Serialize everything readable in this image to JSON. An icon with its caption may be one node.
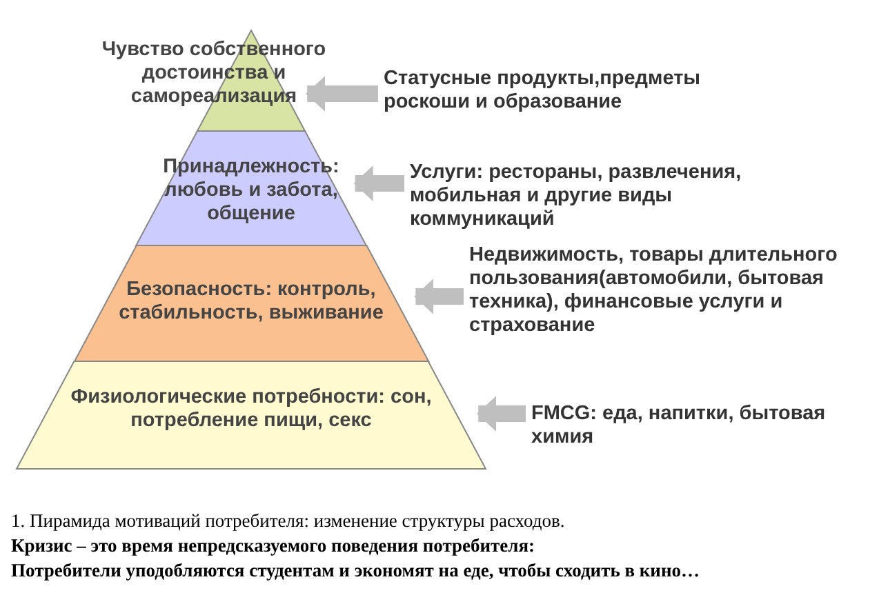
{
  "diagram": {
    "nodes": [
      {
        "text": [
          "Чувство собственного достоинства и самореализация"
        ]
      },
      {
        "text": [
          "Принадлежность: любовь и забота, общение"
        ]
      },
      {
        "text": [
          "Безопасность: контроль, стабильность, выживание"
        ]
      },
      {
        "text": [
          "Физиологические потребности: сон, потребление пищи, секс"
        ]
      },
      {
        "text": [
          "Статусные продукты,предметы роскоши и образование"
        ]
      },
      {
        "text": [
          "Услуги: рестораны, развлечения, мобильная и другие виды коммуникаций"
        ]
      },
      {
        "text": [
          "Недвижимость, товары длительного пользования(автомобили, бытовая техника), финансовые услуги и страхование"
        ]
      },
      {
        "text": [
          "FMCG: еда, напитки, бытовая химия"
        ]
      }
    ],
    "edges": [
      {
        "from": 4,
        "to": 0,
        "arrow": "to"
      },
      {
        "from": 5,
        "to": 1,
        "arrow": "to"
      },
      {
        "from": 6,
        "to": 2,
        "arrow": "to"
      },
      {
        "from": 7,
        "to": 3,
        "arrow": "to"
      }
    ],
    "labels": [
      "1. Пирамида мотиваций потребителя:  изменение структуры расходов.",
      "Кризис – это время непредсказуемого поведения потребителя:",
      "Потребители уподобляются студентам и экономят на еде, чтобы сходить в кино…"
    ]
  }
}
